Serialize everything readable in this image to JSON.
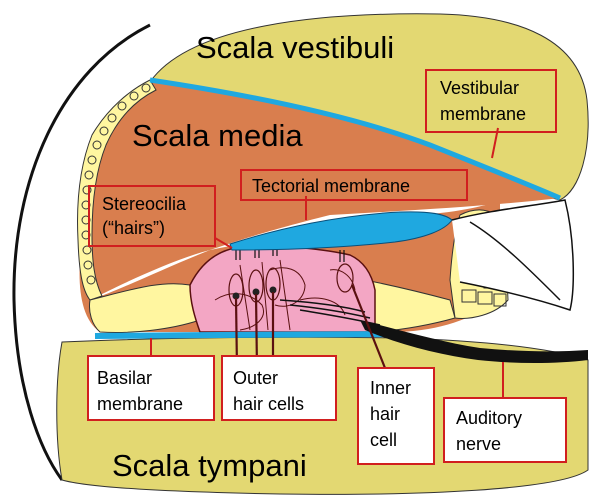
{
  "labels": {
    "scala_vestibuli": "Scala vestibuli",
    "scala_media": "Scala media",
    "scala_tympani": "Scala tympani",
    "vestibular_membrane": [
      "Vestibular",
      "membrane"
    ],
    "tectorial_membrane": "Tectorial membrane",
    "stereocilia": [
      "Stereocilia",
      "(“hairs”)"
    ],
    "basilar_membrane": [
      "Basilar",
      "membrane"
    ],
    "outer_hair_cells": [
      "Outer",
      "hair cells"
    ],
    "inner_hair_cell": [
      "Inner",
      "hair",
      "cell"
    ],
    "auditory_nerve": [
      "Auditory",
      "nerve"
    ]
  },
  "colors": {
    "scala_fill": "#e3d872",
    "media_fill": "#d97e4e",
    "membrane_blue": "#1fa8e0",
    "organ_pink": "#f3a6c4",
    "cell_yellow": "#fff6a0",
    "label_border": "#d11f1f"
  }
}
